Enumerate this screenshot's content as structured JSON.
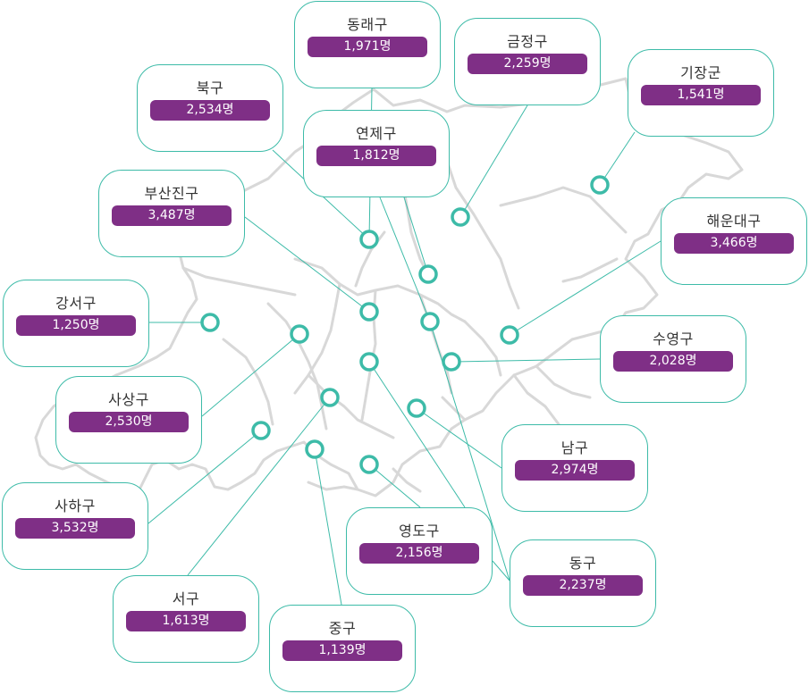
{
  "colors": {
    "accent": "#3dbba8",
    "pill": "#7f2f86",
    "map_line": "#d8d8d8"
  },
  "districts": [
    {
      "id": "dongnae",
      "name": "동래구",
      "count": "1,971명"
    },
    {
      "id": "geumjeong",
      "name": "금정구",
      "count": "2,259명"
    },
    {
      "id": "gijang",
      "name": "기장군",
      "count": "1,541명"
    },
    {
      "id": "buk",
      "name": "북구",
      "count": "2,534명"
    },
    {
      "id": "yeonje",
      "name": "연제구",
      "count": "1,812명"
    },
    {
      "id": "busanjin",
      "name": "부산진구",
      "count": "3,487명"
    },
    {
      "id": "haeundae",
      "name": "해운대구",
      "count": "3,466명"
    },
    {
      "id": "gangseo",
      "name": "강서구",
      "count": "1,250명"
    },
    {
      "id": "suyeong",
      "name": "수영구",
      "count": "2,028명"
    },
    {
      "id": "sasang",
      "name": "사상구",
      "count": "2,530명"
    },
    {
      "id": "nam",
      "name": "남구",
      "count": "2,974명"
    },
    {
      "id": "saha",
      "name": "사하구",
      "count": "3,532명"
    },
    {
      "id": "yeongdo",
      "name": "영도구",
      "count": "2,156명"
    },
    {
      "id": "dong",
      "name": "동구",
      "count": "2,237명"
    },
    {
      "id": "seo",
      "name": "서구",
      "count": "1,613명"
    },
    {
      "id": "jung",
      "name": "중구",
      "count": "1,139명"
    }
  ]
}
